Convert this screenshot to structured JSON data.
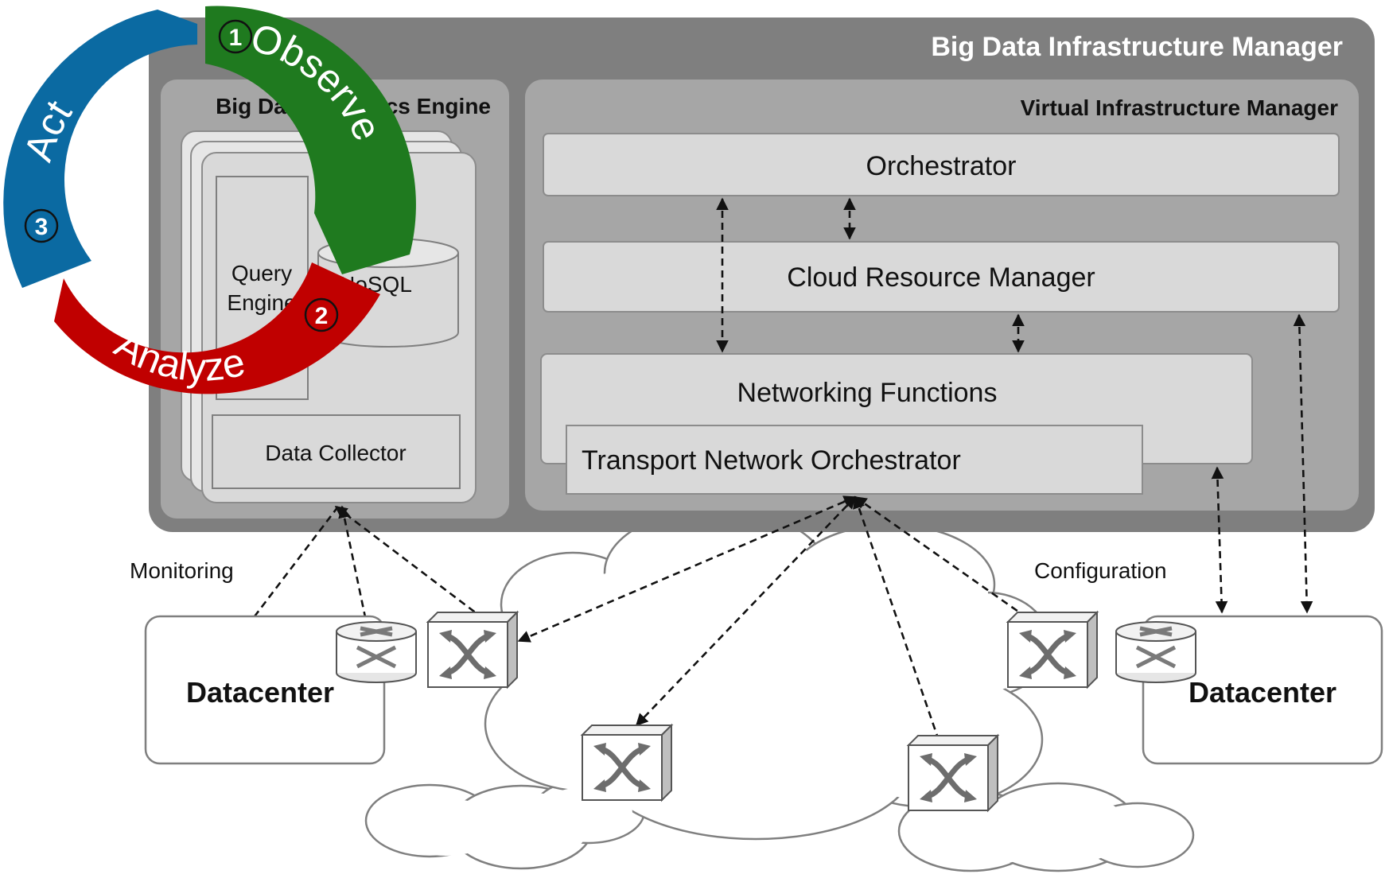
{
  "manager": {
    "title": "Big Data Infrastructure Manager"
  },
  "analytics": {
    "title": "Big Data Analytics Engine",
    "query_engine": "Query Engine",
    "nosql": "NoSQL",
    "data_collector": "Data Collector"
  },
  "vim": {
    "title": "Virtual Infrastructure Manager",
    "orchestrator": "Orchestrator",
    "cloud_resource_manager": "Cloud Resource Manager",
    "networking_functions": "Networking Functions",
    "transport_network_orchestrator": "Transport Network Orchestrator"
  },
  "labels": {
    "monitoring": "Monitoring",
    "configuration": "Configuration"
  },
  "datacenters": [
    "Datacenter",
    "Datacenter"
  ],
  "cycle": {
    "steps": [
      {
        "number": "1",
        "label": "Observe",
        "color": "#1f7a1f"
      },
      {
        "number": "2",
        "label": "Analyze",
        "color": "#c00000"
      },
      {
        "number": "3",
        "label": "Act",
        "color": "#0b6aa2"
      }
    ]
  },
  "colors": {
    "outer_panel": "#7f7f7f",
    "inner_panel": "#a6a6a6",
    "box_fill": "#d9d9d9",
    "observe": "#1f7a1f",
    "analyze": "#c00000",
    "act": "#0b6aa2"
  }
}
